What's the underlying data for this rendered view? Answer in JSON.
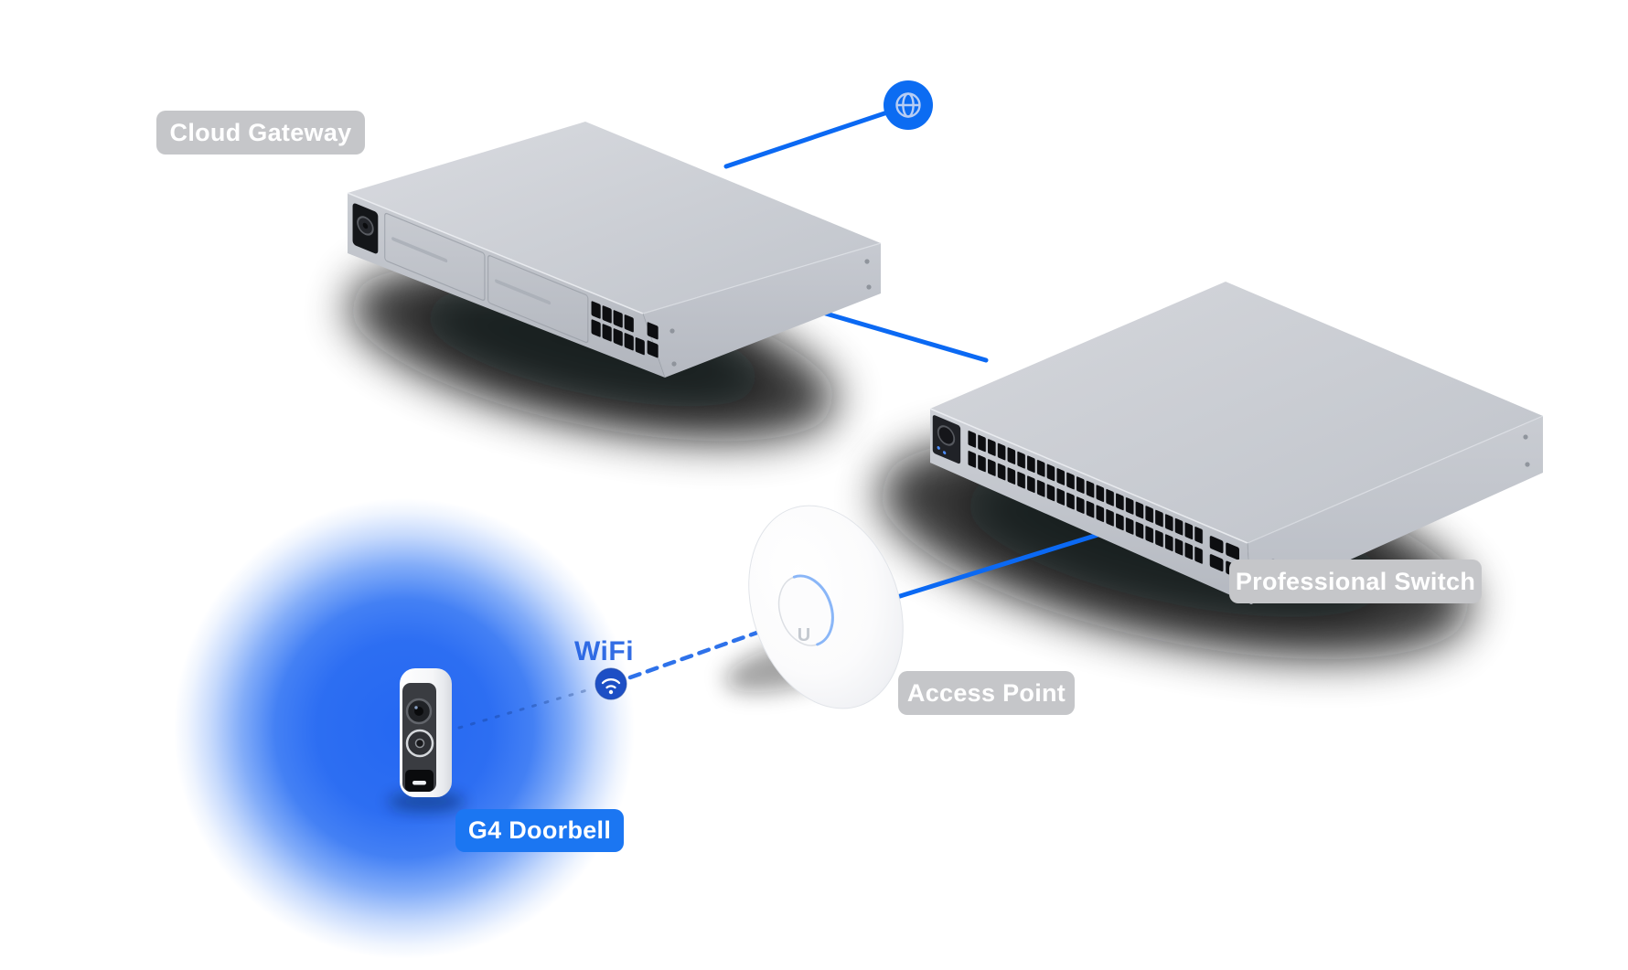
{
  "diagram": {
    "nodes": [
      {
        "id": "cloud-gateway",
        "label": "Cloud Gateway",
        "label_style": "gray",
        "device": "rackmount-gateway"
      },
      {
        "id": "professional-switch",
        "label": "Professional Switch",
        "label_style": "gray",
        "device": "rackmount-48port-switch"
      },
      {
        "id": "access-point",
        "label": "Access Point",
        "label_style": "gray",
        "device": "ceiling-access-point"
      },
      {
        "id": "g4-doorbell",
        "label": "G4 Doorbell",
        "label_style": "blue",
        "device": "video-doorbell"
      },
      {
        "id": "internet",
        "icon": "globe-icon"
      },
      {
        "id": "wifi",
        "label": "WiFi",
        "icon": "wifi-icon"
      }
    ],
    "ap_logo": "U",
    "connections": [
      {
        "from": "internet",
        "to": "cloud-gateway",
        "style": "solid"
      },
      {
        "from": "cloud-gateway",
        "to": "professional-switch",
        "style": "solid"
      },
      {
        "from": "professional-switch",
        "to": "access-point",
        "style": "solid"
      },
      {
        "from": "access-point",
        "to": "wifi",
        "style": "dashed"
      },
      {
        "from": "wifi",
        "to": "g4-doorbell",
        "style": "faint-dotted"
      }
    ],
    "colors": {
      "connection_line": "#0b69f3",
      "dashed_line": "#2e72ea",
      "coverage_glow": "#2468f2",
      "label_gray_bg": "#c5c6c9",
      "label_blue_bg": "#1b76f2",
      "label_text": "#ffffff",
      "wifi_text": "#2160e2",
      "globe_icon_bg": "#0c6cf2",
      "wifi_icon_bg": "#1d4fc5"
    }
  }
}
